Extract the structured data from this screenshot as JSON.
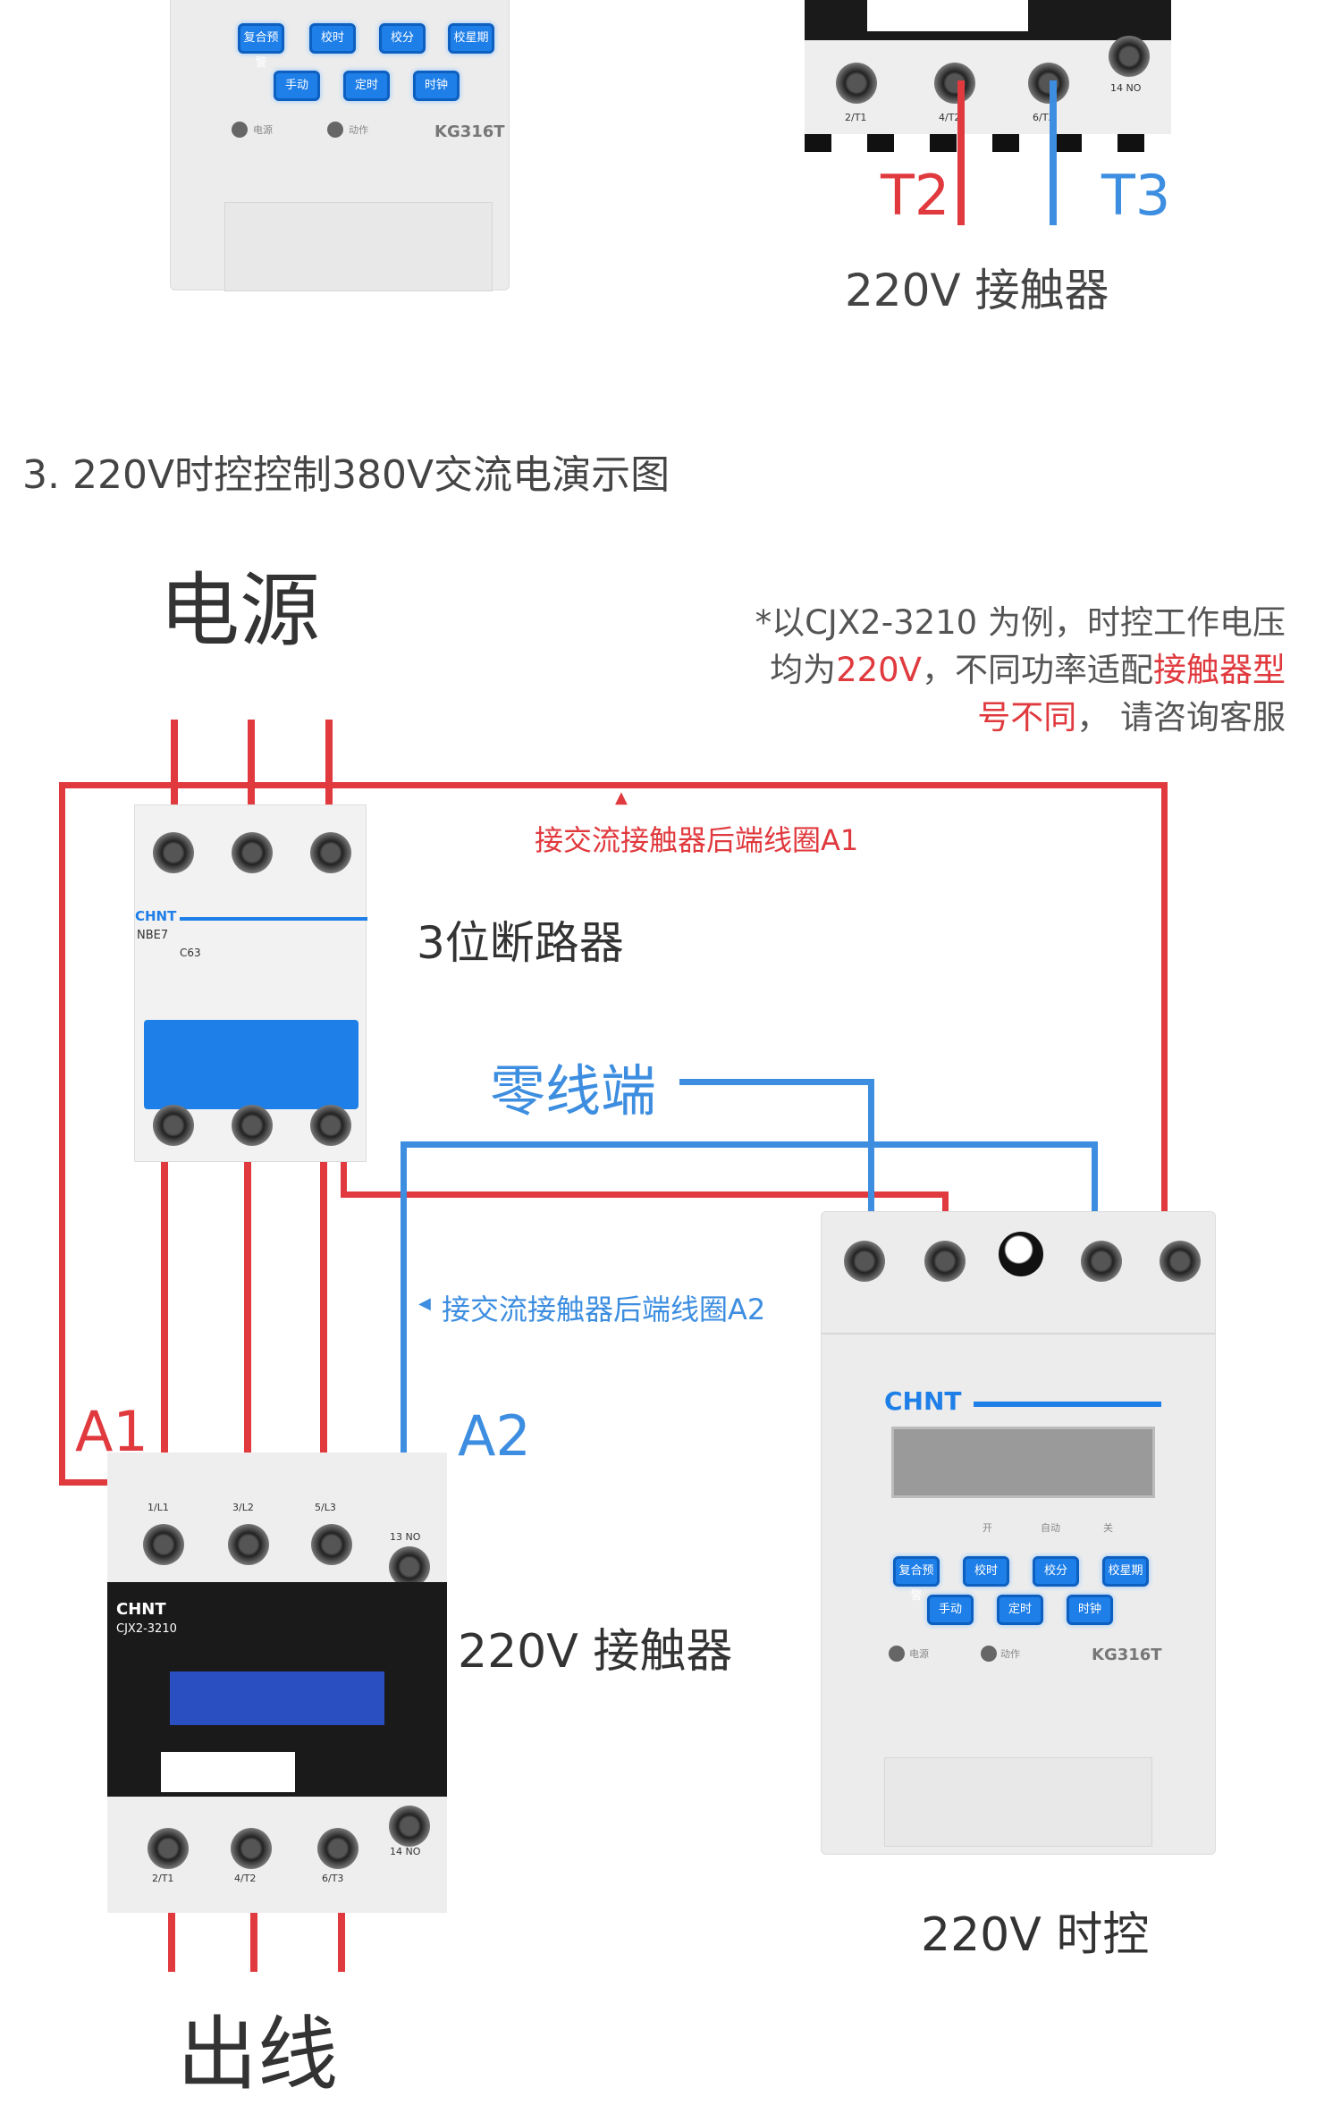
{
  "timer_buttons_row1": [
    "复合预警",
    "校时",
    "校分",
    "校星期"
  ],
  "timer_buttons_row2": [
    "手动",
    "定时",
    "时钟"
  ],
  "timer_leds": [
    "电源",
    "动作"
  ],
  "timer_mode_labels": [
    "开",
    "自动",
    "关"
  ],
  "timer_model": "KG316T",
  "brand": "CHNT",
  "top_contactor": {
    "terminals": [
      "2/T1",
      "4/T2",
      "6/T3",
      "14 NO"
    ],
    "t2": "T2",
    "t3": "T3",
    "caption": "220V 接触器"
  },
  "section_title": "3. 220V时控控制380V交流电演示图",
  "power_label": "电源",
  "note": {
    "l1": "*以CJX2-3210 为例，时控工作电压",
    "l2a": "均为",
    "l2b": "220V",
    "l2c": "，不同功率适配",
    "l2d": "接触器型",
    "l3a": "号不同",
    "l3b": "， 请咨询客服"
  },
  "a1_note": "接交流接触器后端线圈A1",
  "a2_note": "接交流接触器后端线圈A2",
  "breaker": {
    "caption": "3位断路器",
    "model": "NBE7",
    "rating": "C63"
  },
  "neutral_label": "零线端",
  "a1": "A1",
  "a2": "A2",
  "contactor": {
    "model": "CJX2-3210",
    "top_terminals": [
      "1/L1",
      "3/L2",
      "5/L3",
      "13 NO"
    ],
    "bottom_terminals": [
      "2/T1",
      "4/T2",
      "6/T3",
      "14 NO"
    ],
    "caption": "220V 接触器"
  },
  "timer_caption": "220V 时控",
  "output_label": "出线",
  "colors": {
    "red": "#e0393e",
    "blue": "#3d8ee0"
  }
}
